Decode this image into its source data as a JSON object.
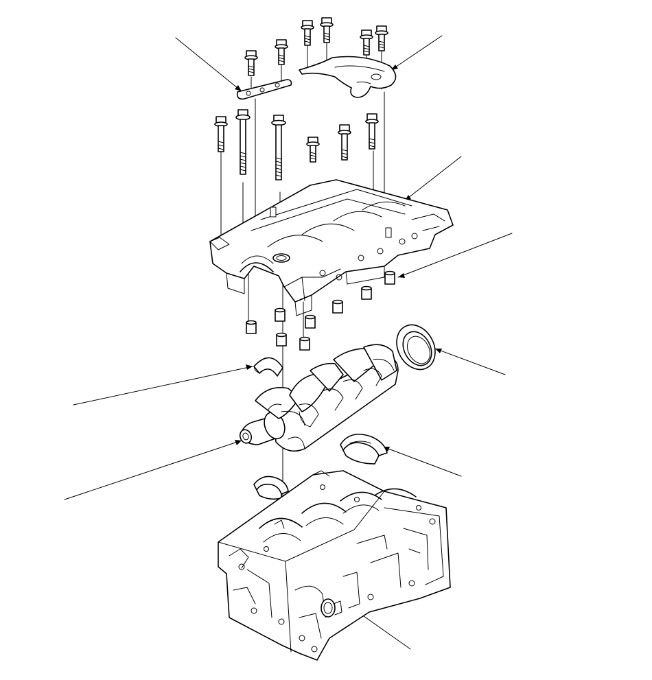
{
  "diagram": {
    "type": "exploded-view-line-drawing",
    "colors": {
      "line": "#000000",
      "background": "#ffffff"
    },
    "components": [
      "bolt",
      "oil-pump-chain-guide",
      "oil-separator-plate",
      "lower-block",
      "dowel-pin",
      "crankshaft-oil-seal",
      "thrust-washer",
      "crankshaft",
      "main-bearing",
      "cylinder-block"
    ],
    "callout_labels": []
  }
}
